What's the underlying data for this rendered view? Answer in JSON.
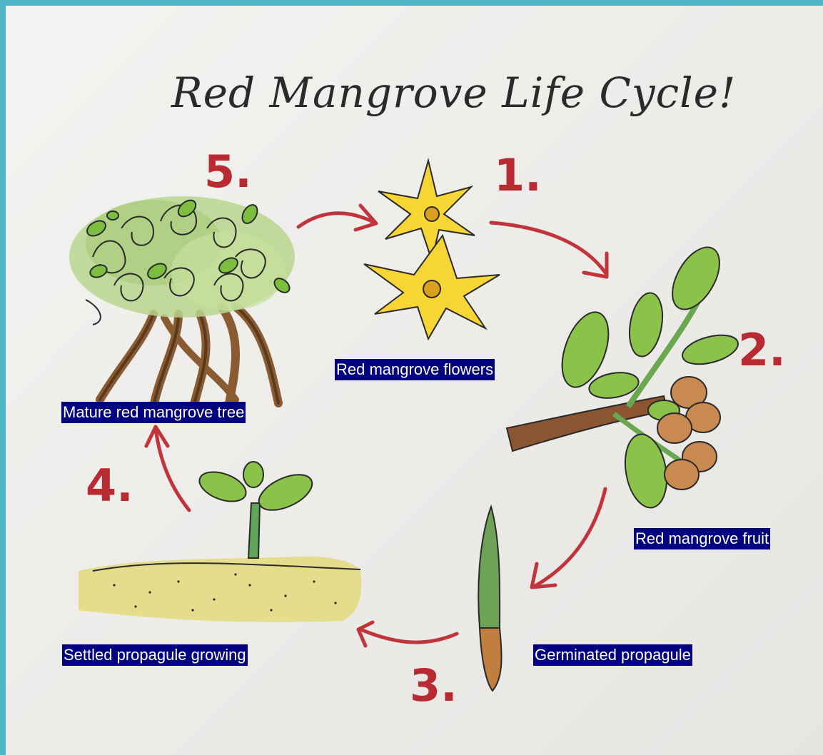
{
  "diagram": {
    "title": "Red Mangrove Life Cycle!",
    "steps": [
      {
        "number": "1.",
        "caption": "Red mangrove flowers"
      },
      {
        "number": "2.",
        "caption": "Red mangrove fruit"
      },
      {
        "number": "3.",
        "caption": "Germinated propagule"
      },
      {
        "number": "4.",
        "caption": "Settled propagule growing"
      },
      {
        "number": "5.",
        "caption": "Mature red mangrove tree"
      }
    ]
  },
  "colors": {
    "frame": "#4fb6c8",
    "paper": "#efeeeb",
    "step_number": "#b82b32",
    "arrow": "#c0343a",
    "caption_bg": "#000080",
    "caption_text": "#ffffff"
  }
}
